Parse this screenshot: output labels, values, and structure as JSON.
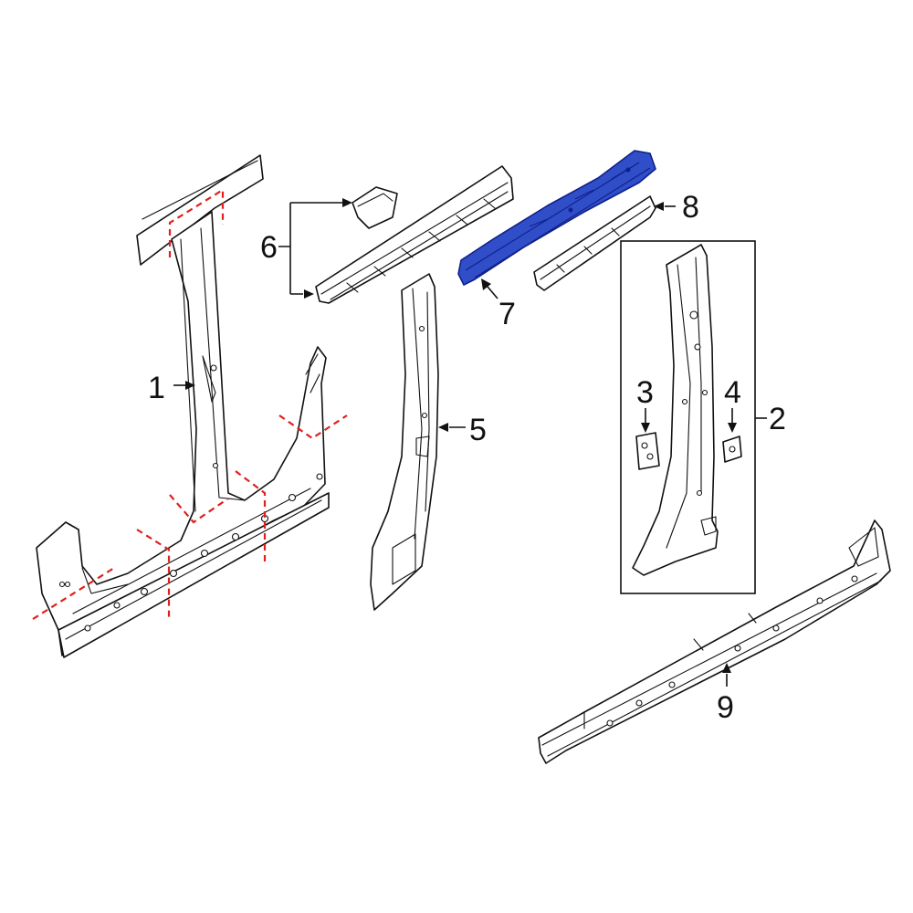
{
  "diagram": {
    "callouts": [
      "1",
      "2",
      "3",
      "4",
      "5",
      "6",
      "7",
      "8",
      "9"
    ],
    "highlighted_part": "7",
    "colors": {
      "highlight_fill": "#2f4ec8",
      "highlight_stroke": "#10208a",
      "cut_line": "#e0201c",
      "line": "#111111",
      "background": "#ffffff"
    }
  }
}
